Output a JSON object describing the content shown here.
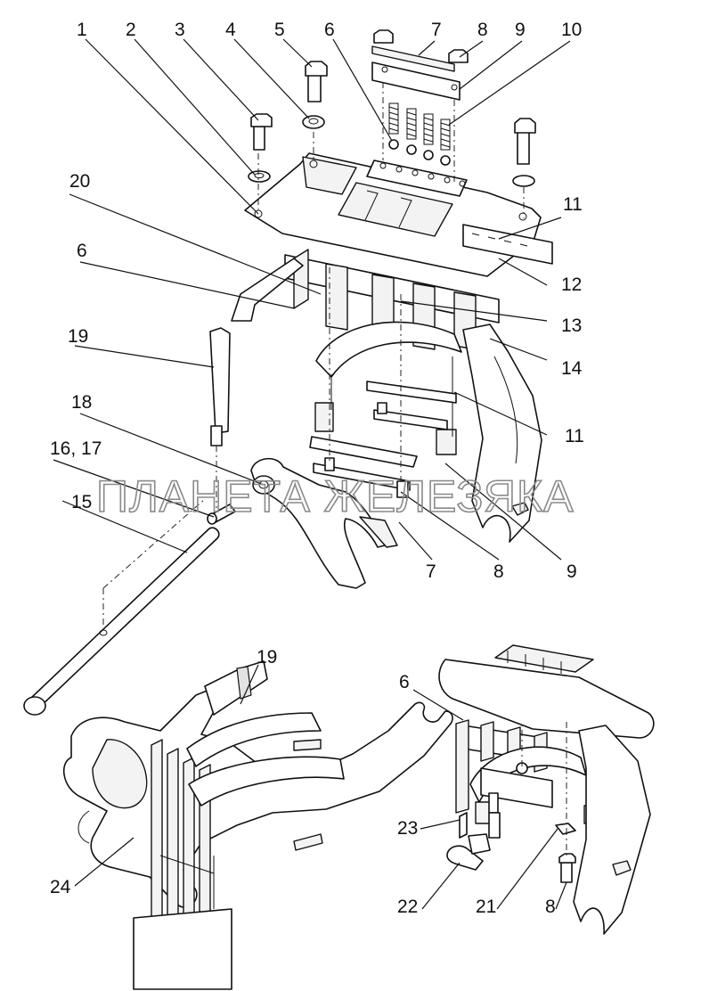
{
  "watermark": "ПЛАНЕТА ЖЕЛЕЗЯКА",
  "callouts": {
    "c1": "1",
    "c2": "2",
    "c3": "3",
    "c4": "4",
    "c5": "5",
    "c6a": "6",
    "c7a": "7",
    "c8a": "8",
    "c9a": "9",
    "c10": "10",
    "c20": "20",
    "c11a": "11",
    "c6b": "6",
    "c12": "12",
    "c13": "13",
    "c19a": "19",
    "c14": "14",
    "c18": "18",
    "c11b": "11",
    "c1617": "16, 17",
    "c15": "15",
    "c7b": "7",
    "c8b": "8",
    "c9b": "9",
    "c19b": "19",
    "c6c": "6",
    "c23": "23",
    "c24": "24",
    "c22": "22",
    "c21": "21",
    "c8c": "8"
  }
}
